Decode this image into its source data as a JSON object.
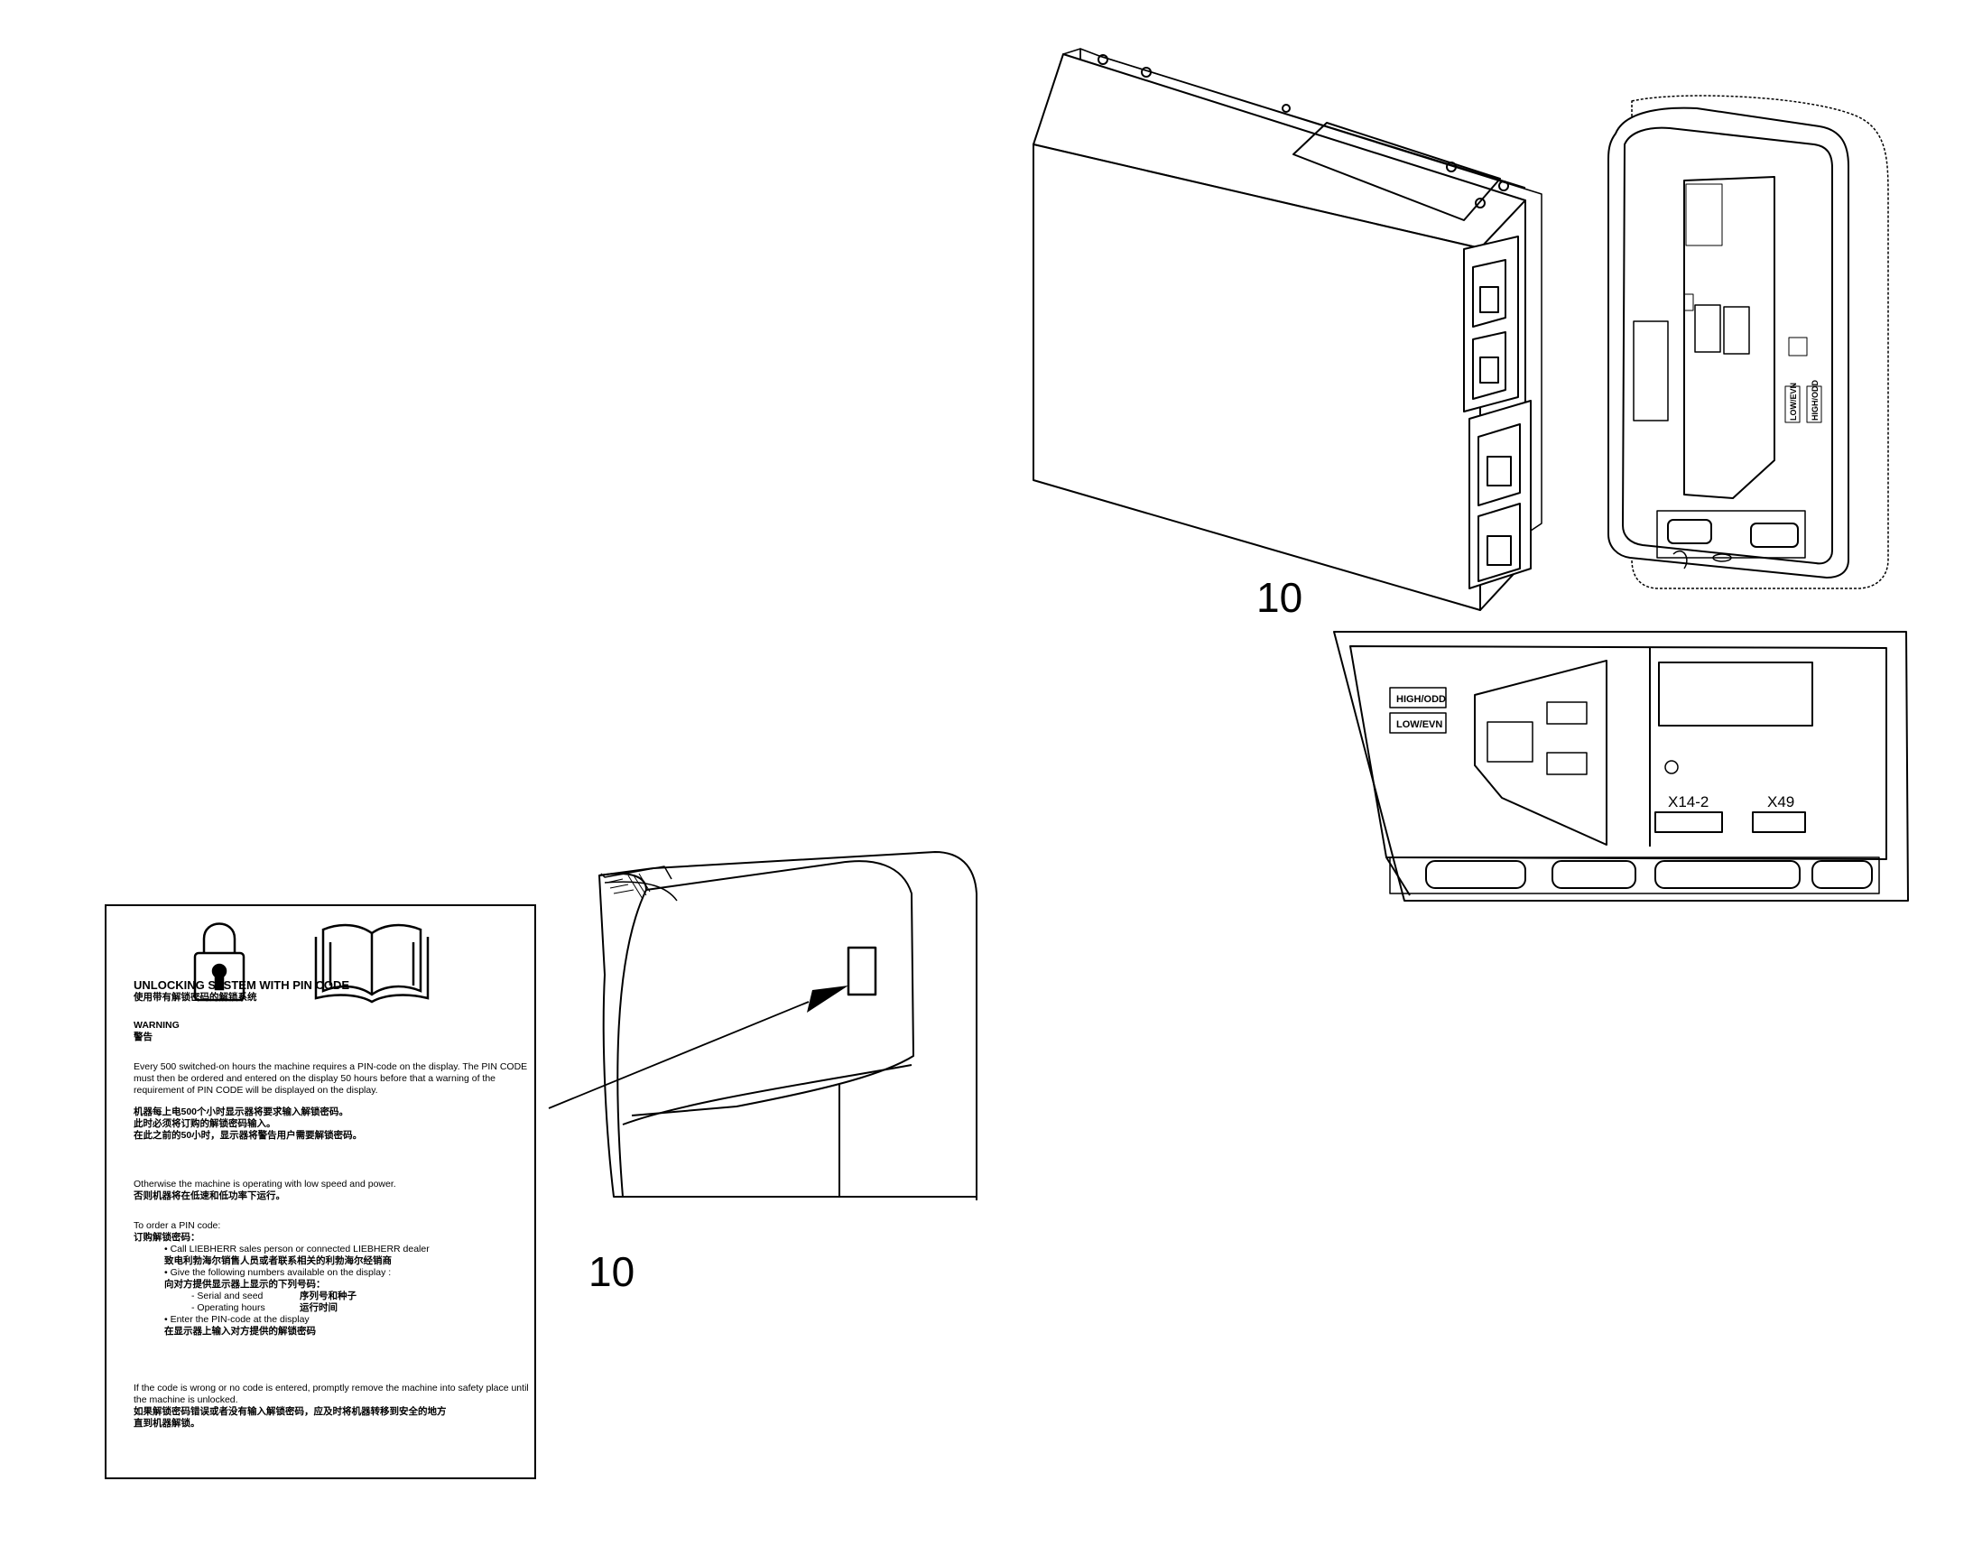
{
  "callouts": {
    "top": "10",
    "bottom": "10"
  },
  "board_bottom": {
    "switch_top": "HIGH/ODD",
    "switch_bottom": "LOW/EVN",
    "connector_left": "X14-2",
    "connector_right": "X49"
  },
  "board_vertical": {
    "switch_left": "LOW/EVN",
    "switch_right": "HIGH/ODD"
  },
  "sticker": {
    "title_en": "UNLOCKING SYSTEM WITH PIN CODE",
    "title_zh": "使用带有解锁密码的解锁系统",
    "warning_en": "WARNING",
    "warning_zh": "警告",
    "para1_en": "Every 500 switched-on hours the machine requires a PIN-code on the display. The PIN CODE must then be ordered and entered on the display 50 hours before that a warning of the requirement of PIN CODE will be displayed on the display.",
    "para1_zh_1": "机器每上电500个小时显示器将要求输入解锁密码。",
    "para1_zh_2": "此时必须将订购的解锁密码输入。",
    "para1_zh_3": "在此之前的50小时，显示器将警告用户需要解锁密码。",
    "para2_en": "Otherwise the machine is operating with low speed and power.",
    "para2_zh": "否则机器将在低速和低功率下运行。",
    "order_en": "To order a PIN code:",
    "order_zh": "订购解锁密码：",
    "bullet1_en": "• Call LIEBHERR sales person or connected LIEBHERR dealer",
    "bullet1_zh": "致电利勃海尔销售人员或者联系相关的利勃海尔经销商",
    "bullet2_en": "• Give the following numbers available on the display :",
    "bullet2_zh": "向对方提供显示器上显示的下列号码：",
    "item1_en": "- Serial and seed",
    "item1_zh": "序列号和种子",
    "item2_en": "- Operating hours",
    "item2_zh": "运行时间",
    "bullet3_en": "• Enter the PIN-code at the display",
    "bullet3_zh": "在显示器上输入对方提供的解锁密码",
    "para3_en": "If the code is wrong or no code is entered, promptly remove the machine into safety place until the machine is unlocked.",
    "para3_zh_1": "如果解锁密码错误或者没有输入解锁密码，应及时将机器转移到安全的地方",
    "para3_zh_2": "直到机器解锁。"
  },
  "icons": [
    "padlock-icon",
    "open-book-icon"
  ]
}
